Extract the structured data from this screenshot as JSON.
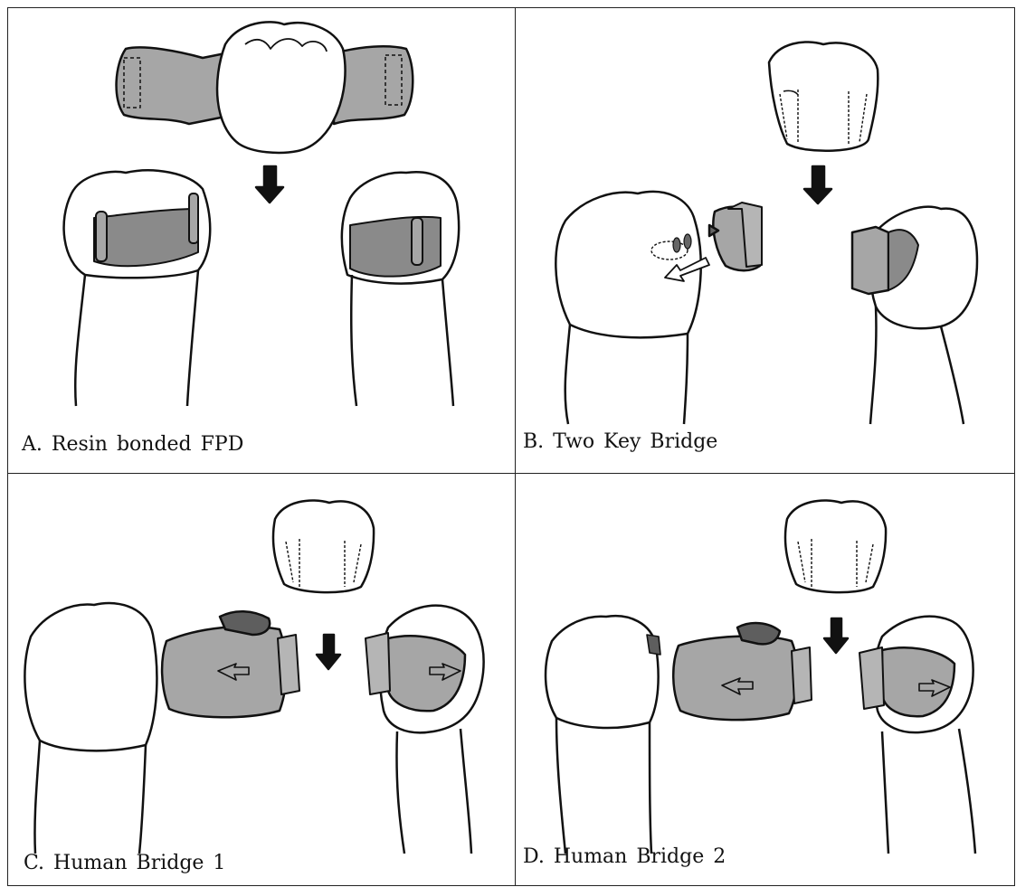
{
  "panels": {
    "a": {
      "caption": "A. Resin bonded FPD"
    },
    "b": {
      "caption": "B. Two Key Bridge"
    },
    "c": {
      "caption": "C. Human Bridge 1"
    },
    "d": {
      "caption": "D. Human Bridge 2"
    }
  },
  "colors": {
    "outline": "#111111",
    "tooth": "#ffffff",
    "metal": "#a6a6a6",
    "dark_resin": "#5e5e5e",
    "arrow": "#111111"
  }
}
